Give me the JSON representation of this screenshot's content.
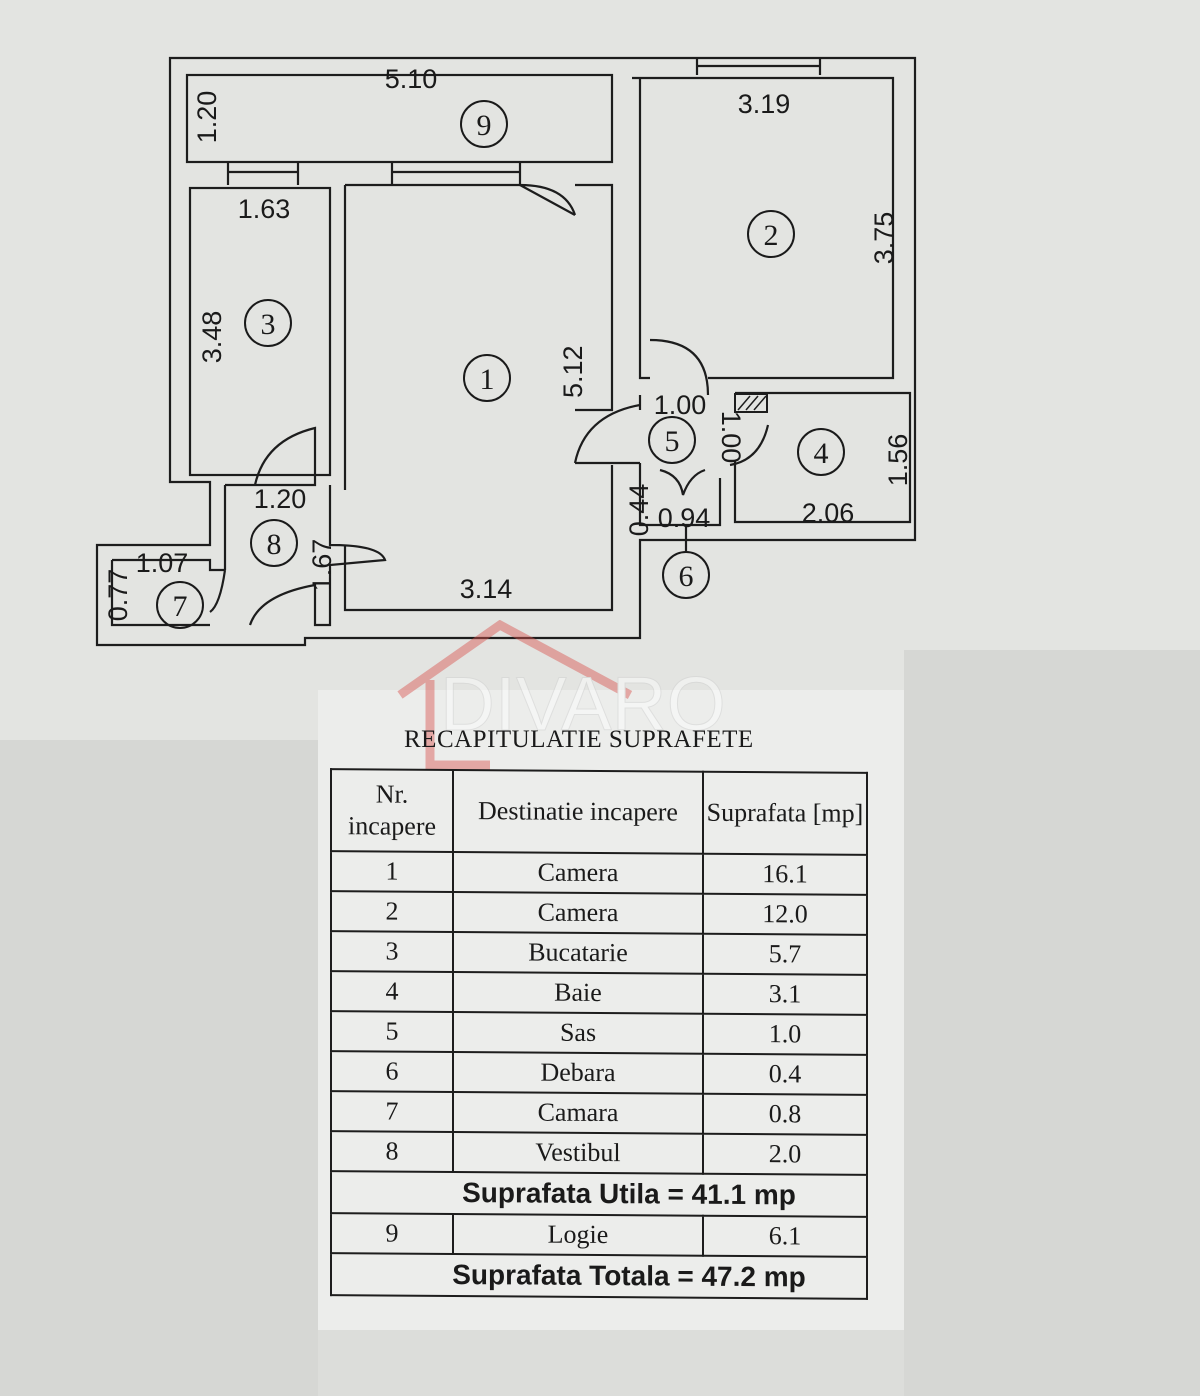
{
  "plan": {
    "rooms": [
      {
        "nr": "1",
        "dims": [
          "5.12",
          "3.14"
        ]
      },
      {
        "nr": "2",
        "dims": [
          "3.19",
          "3.75"
        ]
      },
      {
        "nr": "3",
        "dims": [
          "1.63",
          "3.48"
        ]
      },
      {
        "nr": "4",
        "dims": [
          "1.56",
          "2.06"
        ]
      },
      {
        "nr": "5",
        "dims": [
          "1.00",
          "1.00"
        ]
      },
      {
        "nr": "6",
        "dims": [
          "0.44",
          "0.94"
        ]
      },
      {
        "nr": "7",
        "dims": [
          "1.07",
          "0.77"
        ]
      },
      {
        "nr": "8",
        "dims": [
          "1.20",
          "1.67"
        ]
      },
      {
        "nr": "9",
        "dims": [
          "5.10",
          "1.20"
        ]
      }
    ]
  },
  "watermark": "DIVARO",
  "table": {
    "title": "RECAPITULATIE SUPRAFETE",
    "headers": [
      "Nr. incapere",
      "Destinatie incapere",
      "Suprafata [mp]"
    ],
    "rows": [
      [
        "1",
        "Camera",
        "16.1"
      ],
      [
        "2",
        "Camera",
        "12.0"
      ],
      [
        "3",
        "Bucatarie",
        "5.7"
      ],
      [
        "4",
        "Baie",
        "3.1"
      ],
      [
        "5",
        "Sas",
        "1.0"
      ],
      [
        "6",
        "Debara",
        "0.4"
      ],
      [
        "7",
        "Camara",
        "0.8"
      ],
      [
        "8",
        "Vestibul",
        "2.0"
      ]
    ],
    "utila": "Suprafata Utila = 41.1 mp",
    "logie": [
      "9",
      "Logie",
      "6.1"
    ],
    "totala": "Suprafata Totala = 47.2 mp"
  }
}
